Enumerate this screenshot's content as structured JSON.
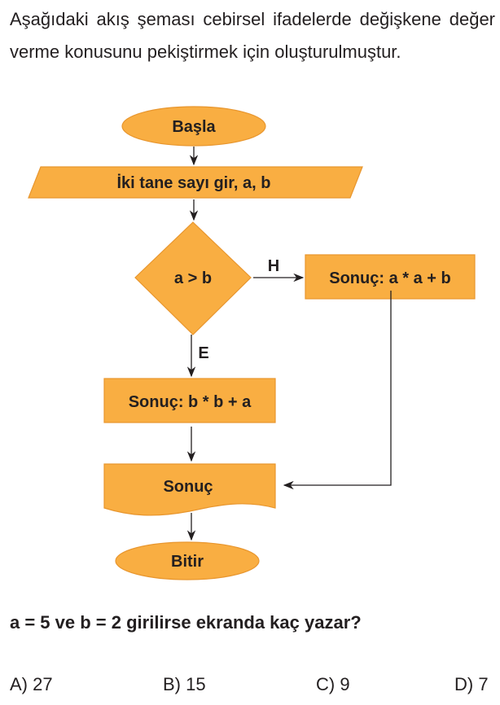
{
  "intro": "Aşağıdaki akış şeması cebirsel ifadelerde değişkene değer verme konusunu pekiştirmek için oluşturulmuştur.",
  "flowchart": {
    "start": "Başla",
    "input": "İki tane sayı gir, a, b",
    "decision": "a > b",
    "no_label": "H",
    "yes_label": "E",
    "no_process": "Sonuç: a * a + b",
    "yes_process": "Sonuç: b * b + a",
    "output": "Sonuç",
    "end": "Bitir",
    "fill_color": "#F9AE42",
    "stroke_color": "#E8962E"
  },
  "question": "a = 5 ve b = 2 girilirse ekranda kaç yazar?",
  "options": [
    "A) 27",
    "B) 15",
    "C) 9",
    "D) 7"
  ]
}
